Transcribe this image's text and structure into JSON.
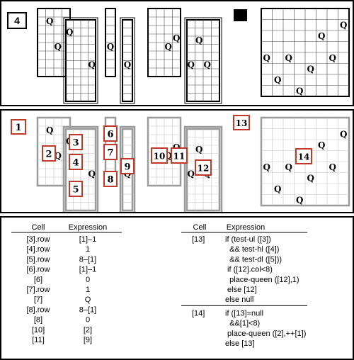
{
  "queen_glyph": "Q",
  "panel1": {
    "step_label": "4",
    "grids": [
      {
        "rows": 8,
        "cols": 4,
        "double_border": false,
        "queens": [
          [
            1,
            1
          ],
          [
            4,
            2
          ]
        ]
      },
      {
        "rows": 10,
        "cols": 4,
        "double_border": true,
        "queens": [
          [
            1,
            0
          ],
          [
            5,
            3
          ]
        ]
      },
      {
        "rows": 8,
        "cols": 1,
        "double_border": false,
        "queens": [
          [
            4,
            0
          ]
        ]
      },
      {
        "rows": 10,
        "cols": 1,
        "double_border": true,
        "queens": [
          [
            5,
            0
          ]
        ]
      },
      {
        "rows": 8,
        "cols": 4,
        "double_border": false,
        "queens": [
          [
            3,
            3
          ],
          [
            4,
            2
          ]
        ]
      },
      {
        "rows": 10,
        "cols": 4,
        "double_border": true,
        "queens": [
          [
            2,
            1
          ],
          [
            5,
            0
          ],
          [
            5,
            2
          ]
        ]
      },
      {
        "rows": 8,
        "cols": 8,
        "double_border": false,
        "queens": [
          [
            1,
            7
          ],
          [
            2,
            5
          ],
          [
            4,
            0
          ],
          [
            4,
            6
          ],
          [
            4,
            2
          ],
          [
            5,
            4
          ],
          [
            6,
            1
          ],
          [
            7,
            3
          ]
        ]
      }
    ]
  },
  "panel2": {
    "step_label": "1",
    "top_right_label": "13",
    "grids": [
      {
        "rows": 8,
        "cols": 4,
        "double_border": false,
        "queens": [
          [
            1,
            1
          ],
          [
            4,
            2
          ]
        ]
      },
      {
        "rows": 10,
        "cols": 4,
        "double_border": true,
        "queens": [
          [
            1,
            0
          ],
          [
            5,
            3
          ]
        ]
      },
      {
        "rows": 8,
        "cols": 1,
        "double_border": false,
        "queens": [
          [
            4,
            0
          ]
        ]
      },
      {
        "rows": 10,
        "cols": 1,
        "double_border": true,
        "queens": [
          [
            5,
            0
          ]
        ]
      },
      {
        "rows": 8,
        "cols": 4,
        "double_border": false,
        "queens": [
          [
            3,
            3
          ],
          [
            4,
            2
          ]
        ]
      },
      {
        "rows": 10,
        "cols": 4,
        "double_border": true,
        "queens": [
          [
            2,
            1
          ],
          [
            5,
            0
          ],
          [
            5,
            2
          ]
        ]
      },
      {
        "rows": 8,
        "cols": 8,
        "double_border": false,
        "queens": [
          [
            1,
            7
          ],
          [
            2,
            5
          ],
          [
            4,
            0
          ],
          [
            4,
            6
          ],
          [
            4,
            2
          ],
          [
            5,
            4
          ],
          [
            6,
            1
          ],
          [
            7,
            3
          ]
        ]
      }
    ],
    "cell_labels": [
      "2",
      "3",
      "4",
      "5",
      "6",
      "7",
      "8",
      "9",
      "10",
      "11",
      "12",
      "14"
    ]
  },
  "table": {
    "headers": {
      "cell": "Cell",
      "expression": "Expression"
    },
    "left_rows": [
      {
        "cell": "[3].row",
        "expr": "[1]–1"
      },
      {
        "cell": "[4].row",
        "expr": "1"
      },
      {
        "cell": "[5].row",
        "expr": "8–[1]"
      },
      {
        "cell": "[6].row",
        "expr": "[1]–1"
      },
      {
        "cell": "[6]",
        "expr": "0"
      },
      {
        "cell": "[7].row",
        "expr": "1"
      },
      {
        "cell": "[7]",
        "expr": "Q"
      },
      {
        "cell": "[8].row",
        "expr": "8–[1]"
      },
      {
        "cell": "[8]",
        "expr": "0"
      },
      {
        "cell": "[10]",
        "expr": "[2]"
      },
      {
        "cell": "[11]",
        "expr": "[9]"
      }
    ],
    "right_groups": [
      {
        "cell": "[13]",
        "lines": [
          "if (test-ul ([3])",
          "  && test-hl ([4])",
          "  && test-dl ([5]))",
          " if ([12].col<8)",
          "  place-queen ([12],1)",
          " else [12]",
          "else null"
        ]
      },
      {
        "cell": "[14]",
        "lines": [
          "if ([13]=null",
          "  &&[1]<8)",
          " place-queen ([2],++[1])",
          "else [13]"
        ]
      }
    ]
  }
}
